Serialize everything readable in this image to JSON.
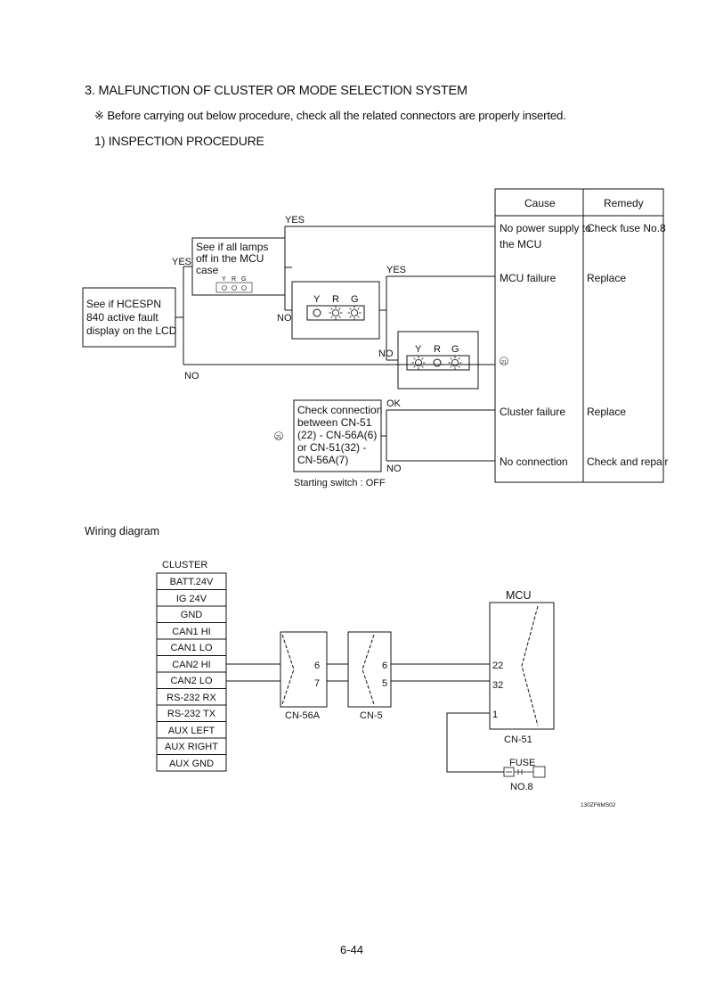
{
  "header": {
    "title": "3. MALFUNCTION OF CLUSTER OR MODE SELECTION SYSTEM",
    "note": "※ Before carrying out below procedure, check all the related connectors are properly inserted.",
    "subtitle": "1) INSPECTION PROCEDURE"
  },
  "flowchart": {
    "start_box": [
      "See if HCESPN",
      "840  active fault",
      "display on the LCD"
    ],
    "lamps_box": [
      "See if all lamps",
      "off in the MCU",
      "case"
    ],
    "lamp_letters": [
      "Y",
      "R",
      "G"
    ],
    "check_box": [
      "Check connection",
      "between CN-51",
      "(22) - CN-56A(6)",
      "or CN-51(32) -",
      "CN-56A(7)"
    ],
    "check_condition": "Starting switch : OFF",
    "labels": {
      "yes": "YES",
      "no": "NO",
      "ok": "OK"
    },
    "ref_marker": "21"
  },
  "cause_table": {
    "headers": [
      "Cause",
      "Remedy"
    ],
    "rows": [
      {
        "cause": [
          "No power supply to",
          "the MCU"
        ],
        "remedy": [
          "Check fuse No.8"
        ]
      },
      {
        "cause": [
          "MCU failure"
        ],
        "remedy": [
          "Replace"
        ]
      },
      {
        "cause": [
          "Cluster failure"
        ],
        "remedy": [
          "Replace"
        ]
      },
      {
        "cause": [
          "No connection"
        ],
        "remedy": [
          "Check and repair"
        ]
      }
    ]
  },
  "wiring": {
    "title": "Wiring diagram",
    "cluster_label": "CLUSTER",
    "cluster_pins": [
      "BATT.24V",
      "IG 24V",
      "GND",
      "CAN1 HI",
      "CAN1 LO",
      "CAN2 HI",
      "CAN2 LO",
      "RS-232 RX",
      "RS-232 TX",
      "AUX LEFT",
      "AUX RIGHT",
      "AUX GND"
    ],
    "cn56a": {
      "label": "CN-56A",
      "pins": [
        "6",
        "7"
      ]
    },
    "cn5": {
      "label": "CN-5",
      "pins": [
        "6",
        "5"
      ]
    },
    "mcu": {
      "label": "MCU",
      "connector": "CN-51",
      "pins": [
        "22",
        "32",
        "1"
      ]
    },
    "fuse": {
      "label": "FUSE",
      "number": "NO.8"
    },
    "figure_code": "130ZF6MS02"
  },
  "page_number": "6-44"
}
